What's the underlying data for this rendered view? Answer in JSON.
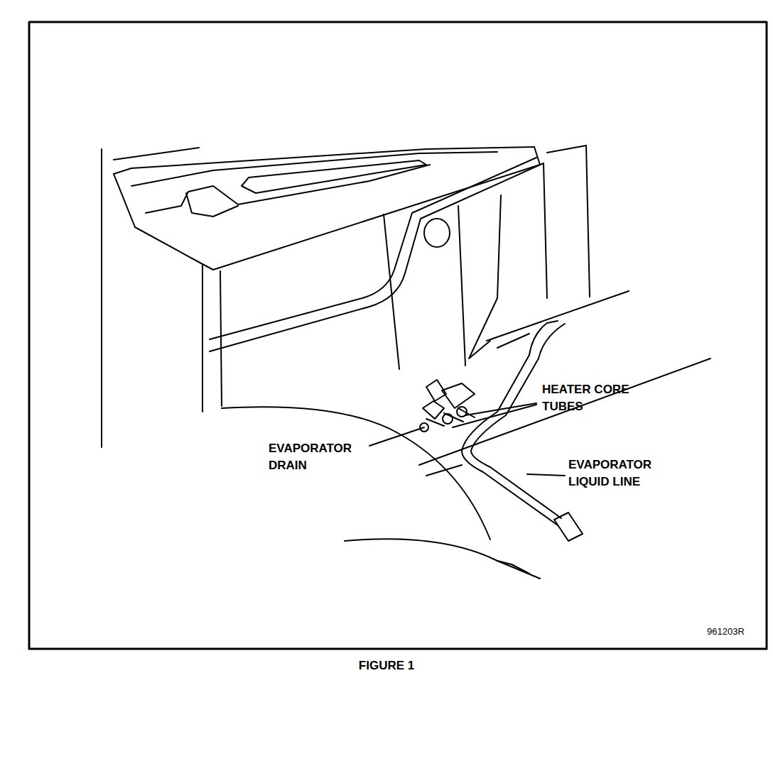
{
  "diagram": {
    "caption": "FIGURE 1",
    "labels": [
      "HEATER CORE TUBES",
      "EVAPORATOR DRAIN",
      "EVAPORATOR LIQUID LINE",
      "961203R"
    ]
  }
}
